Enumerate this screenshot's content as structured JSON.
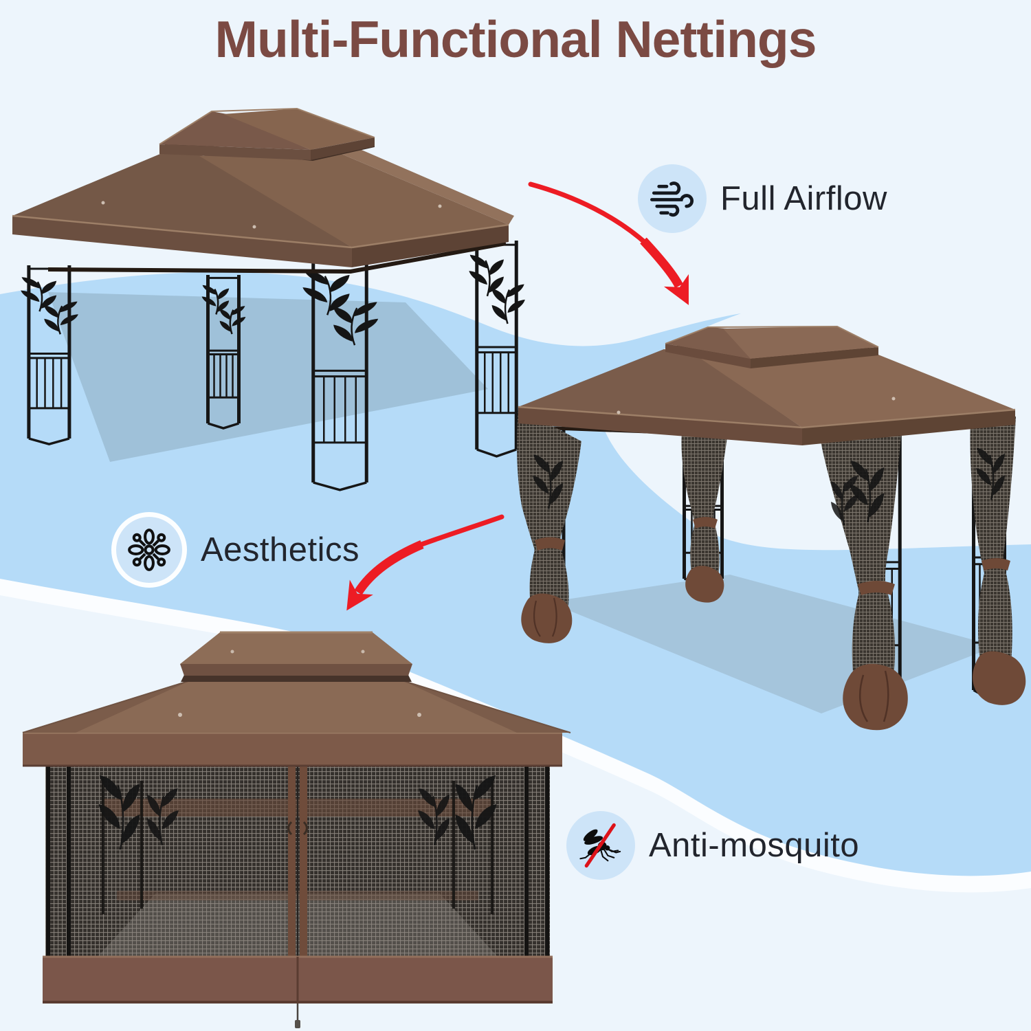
{
  "title": "Multi-Functional Nettings",
  "callouts": {
    "full_airflow": {
      "label": "Full Airflow",
      "icon": "wind-icon"
    },
    "aesthetics": {
      "label": "Aesthetics",
      "icon": "floral-ornament-icon"
    },
    "anti_mosquito": {
      "label": "Anti-mosquito",
      "icon": "no-mosquito-icon"
    }
  },
  "figures": {
    "gazebo_open": "gazebo-open-sides",
    "gazebo_tied": "gazebo-nettings-tied",
    "gazebo_closed": "gazebo-nettings-closed"
  },
  "colors": {
    "title": "#7b4a43",
    "label": "#22252d",
    "arrow": "#ed1c24",
    "icon_circle": "#cde4f8",
    "wave_blue": "#b5dbf8",
    "wave_white": "#fbfdff",
    "floor_shadow": "#a0c2d9",
    "canopy_brown": "#82634e",
    "netting_dark": "#34302c",
    "fabric_brown": "#6f4a38",
    "background": "#edf5fc"
  }
}
